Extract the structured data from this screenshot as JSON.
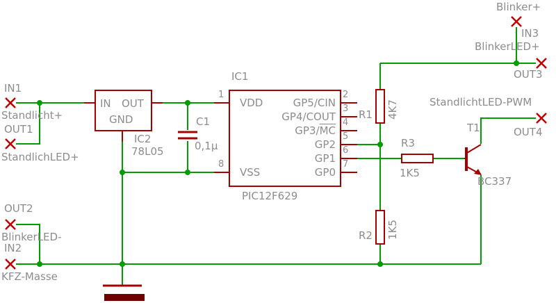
{
  "schematic": {
    "type": "circuit-schematic",
    "colors": {
      "wire": "#009c00",
      "component": "#a40000",
      "connector_x": "#bf0000",
      "text": "#8c8c8c",
      "background": "#ffffff"
    },
    "connectors": {
      "in1": {
        "name": "IN1",
        "net": "Standlicht+"
      },
      "out1": {
        "name": "OUT1",
        "net": "StandlichLED+"
      },
      "out2": {
        "name": "OUT2",
        "net": "BlinkerLED-"
      },
      "in2": {
        "name": "IN2",
        "net": "KFZ-Masse"
      },
      "in3": {
        "name": "IN3",
        "net": "Blinker+"
      },
      "out3": {
        "name": "OUT3",
        "net": "BlinkerLED+"
      },
      "out4": {
        "name": "OUT4",
        "net": "StandlichtLED-PWM"
      }
    },
    "components": {
      "ic2": {
        "ref": "IC2",
        "value": "78L05",
        "pin_in": "IN",
        "pin_out": "OUT",
        "pin_gnd": "GND"
      },
      "c1": {
        "ref": "C1",
        "value": "0,1µ"
      },
      "ic1": {
        "ref": "IC1",
        "value": "PIC12F629",
        "pins_left": [
          {
            "num": "1",
            "name": "VDD"
          },
          {
            "num": "8",
            "name": "VSS"
          }
        ],
        "pins_right": [
          {
            "num": "2",
            "name": "GP5/CIN"
          },
          {
            "num": "3",
            "name": "GP4/COUT"
          },
          {
            "num": "4",
            "name_prefix": "GP3/",
            "name_overline": "MC"
          },
          {
            "num": "5",
            "name": "GP2"
          },
          {
            "num": "6",
            "name": "GP1"
          },
          {
            "num": "7",
            "name": "GP0"
          }
        ]
      },
      "r1": {
        "ref": "R1",
        "value": "4K7"
      },
      "r2": {
        "ref": "R2",
        "value": "1K5"
      },
      "r3": {
        "ref": "R3",
        "value": "1K5"
      },
      "t1": {
        "ref": "T1",
        "value": "BC337"
      }
    }
  }
}
